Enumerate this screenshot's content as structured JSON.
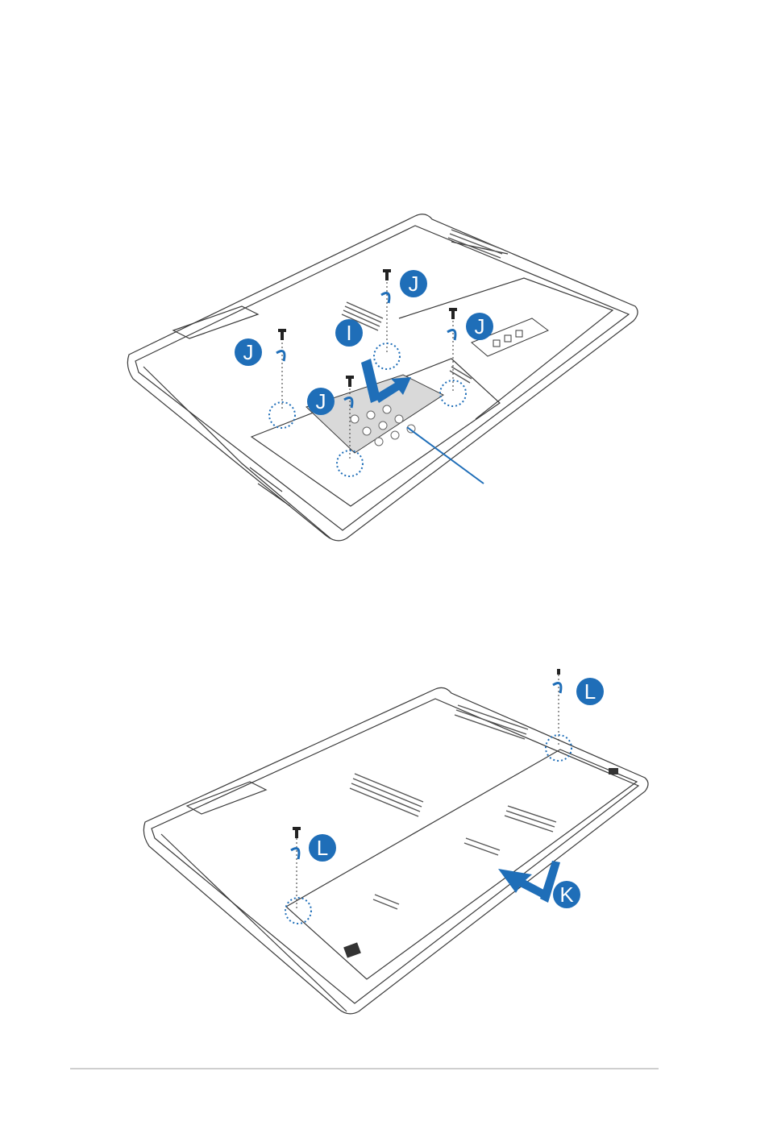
{
  "figures": [
    {
      "id": "hdd-removal",
      "callouts": [
        {
          "letter": "J"
        },
        {
          "letter": "J"
        },
        {
          "letter": "J"
        },
        {
          "letter": "J"
        },
        {
          "letter": "I"
        }
      ]
    },
    {
      "id": "cover-replacement",
      "callouts": [
        {
          "letter": "L"
        },
        {
          "letter": "L"
        },
        {
          "letter": "K"
        }
      ]
    }
  ],
  "colors": {
    "accent": "#1f6eb8",
    "outline": "#3a3a3a",
    "rule": "#cfcfcf"
  },
  "icons": [
    "screw-icon",
    "rotate-arrow-icon",
    "push-arrow-icon",
    "slide-arrow-icon"
  ]
}
